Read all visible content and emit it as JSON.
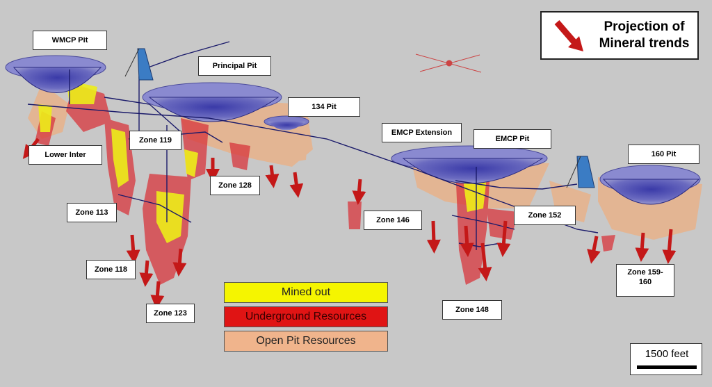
{
  "legend_projection": {
    "text_line1": "Projection of",
    "text_line2": "Mineral trends",
    "arrow_color": "#c41818"
  },
  "scale_bar": {
    "label": "1500 feet"
  },
  "legend": {
    "mined_out": {
      "label": "Mined out",
      "color": "#f5f500"
    },
    "underground": {
      "label": "Underground Resources",
      "color": "#e01414"
    },
    "open_pit": {
      "label": "Open Pit Resources",
      "color": "#f0b48c"
    }
  },
  "labels": {
    "wmcp_pit": "WMCP Pit",
    "principal_pit": "Principal Pit",
    "pit_134": "134 Pit",
    "emcp_extension": "EMCP Extension",
    "emcp_pit": "EMCP Pit",
    "pit_160": "160 Pit",
    "lower_inter": "Lower Inter",
    "zone_119": "Zone 119",
    "zone_128": "Zone 128",
    "zone_113": "Zone 113",
    "zone_118": "Zone 118",
    "zone_123": "Zone 123",
    "zone_146": "Zone 146",
    "zone_152": "Zone 152",
    "zone_148": "Zone 148",
    "zone_159_160_line1": "Zone 159-",
    "zone_159_160_line2": "160"
  }
}
